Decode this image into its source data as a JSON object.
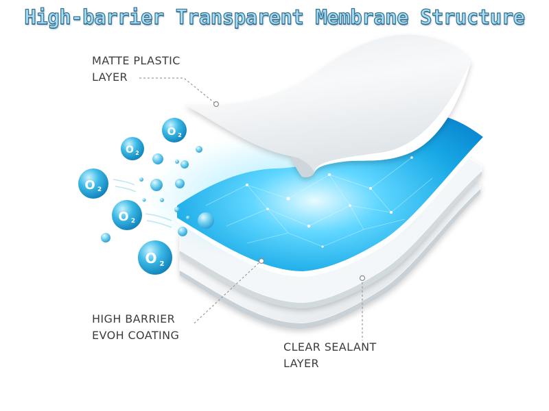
{
  "title": "High-barrier Transparent Membrane Structure",
  "labels": {
    "matte": {
      "line1": "MATTE PLASTIC",
      "line2": "LAYER"
    },
    "evoh": {
      "line1": "HIGH BARRIER",
      "line2": "EVOH COATING"
    },
    "sealant": {
      "line1": "CLEAR SEALANT",
      "line2": "LAYER"
    }
  },
  "molecule_label": "O2",
  "colors": {
    "title_fill": "#a9dcf0",
    "title_outline": "#2f6f92",
    "barrier_blue": "#19b4ea",
    "molecule_blue": "#29a9d6",
    "label_text": "#3c3c3c",
    "leader_line": "#9a9a9a"
  }
}
